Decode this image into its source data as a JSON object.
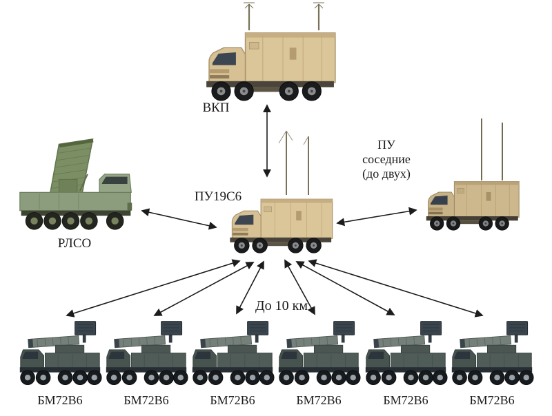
{
  "diagram": {
    "kind": "air-defense command structure diagram",
    "nodes": {
      "vkp": {
        "label": "ВКП"
      },
      "pu19s6": {
        "label": "ПУ19С6"
      },
      "rlso": {
        "label": "РЛСО"
      },
      "neighbor_pu": {
        "lines": [
          "ПУ",
          "соседние",
          "(до двух)"
        ]
      }
    },
    "annotations": {
      "range": "До 10 км"
    },
    "bottom_row": [
      {
        "label": "БМ72В6"
      },
      {
        "label": "БМ72В6"
      },
      {
        "label": "БМ72В6"
      },
      {
        "label": "БМ72В6"
      },
      {
        "label": "БМ72В6"
      },
      {
        "label": "БМ72В6"
      }
    ],
    "colors": {
      "background": "#ffffff",
      "arrow": "#1c1c1c",
      "text": "#1a1a1a",
      "command_truck_tan": "#dbc69a",
      "radar_vehicle_green": "#8c9d7e",
      "combat_vehicle_slate": "#505c58"
    }
  }
}
